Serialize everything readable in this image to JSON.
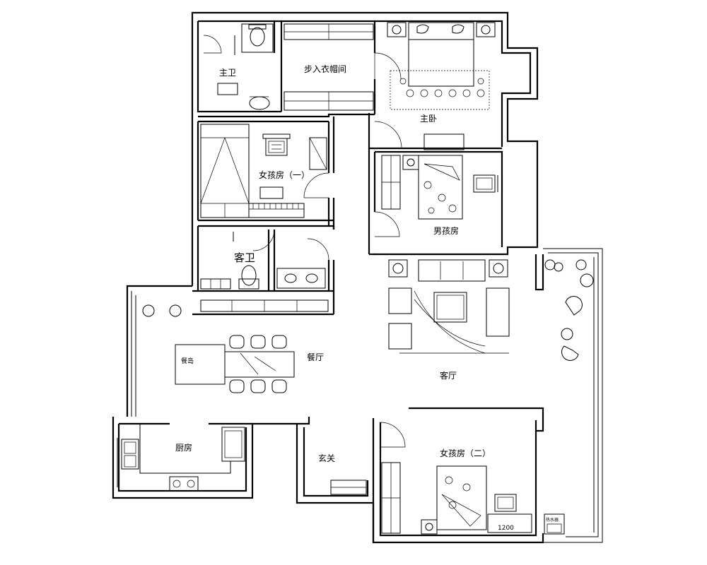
{
  "rooms": {
    "master_bath": "主卫",
    "walk_in_closet": "步入衣帽间",
    "master_bedroom": "主卧",
    "girl_room_1": "女孩房（一）",
    "boy_room": "男孩房",
    "guest_bath": "客卫",
    "dining_room": "餐厅",
    "dining_island": "餐岛",
    "living_room": "客厅",
    "kitchen": "厨房",
    "entrance": "玄关",
    "girl_room_2": "女孩房（二）"
  },
  "dimensions": {
    "desk_width": "1200"
  },
  "equipment": {
    "water_heater": "热水器"
  }
}
